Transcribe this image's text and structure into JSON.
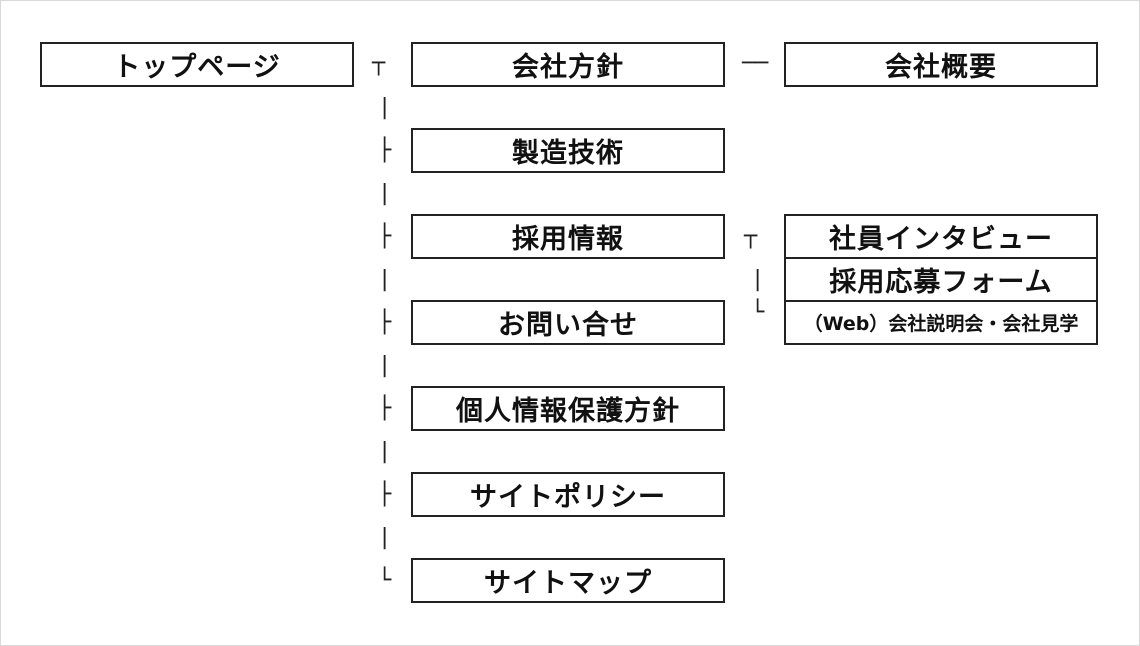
{
  "top_page": "トップページ",
  "level1": [
    "会社方針",
    "製造技術",
    "採用情報",
    "お問い合せ",
    "個人情報保護方針",
    "サイトポリシー",
    "サイトマップ"
  ],
  "company_children": [
    "会社概要"
  ],
  "recruit_children": [
    "社員インタビュー",
    "採用応募フォーム",
    "（Web）会社説明会・会社見学"
  ],
  "connectors": {
    "tee": "┬",
    "vertical": "|",
    "branch": "├",
    "end": "└",
    "horizontal": "─"
  }
}
